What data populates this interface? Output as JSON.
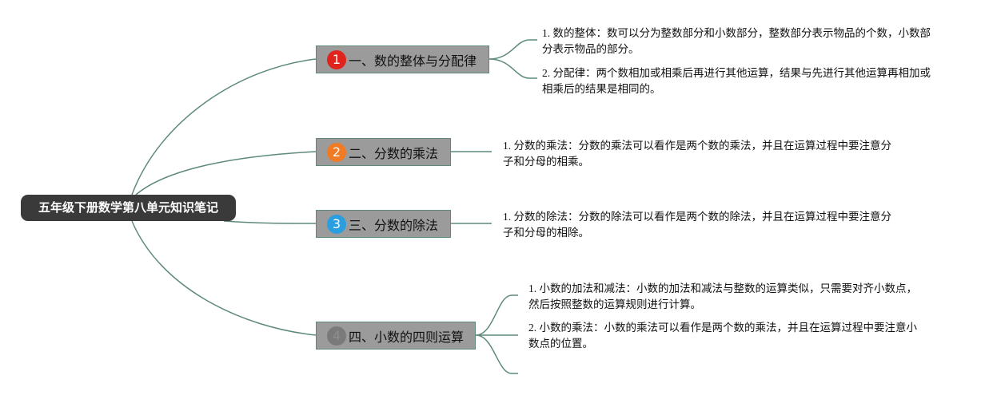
{
  "root": {
    "title": "五年级下册数学第八单元知识笔记"
  },
  "colors": {
    "link": "#5e8a7c",
    "root_bg": "#3a3a3a",
    "branch_bg": "#9b9b9b"
  },
  "branches": [
    {
      "badge": "1",
      "badge_color": "#e0231c",
      "label": "一、数的整体与分配律",
      "notes": [
        "1. 数的整体：数可以分为整数部分和小数部分，整数部分表示物品的个数，小数部分表示物品的部分。",
        "2. 分配律：两个数相加或相乘后再进行其他运算，结果与先进行其他运算再相加或相乘后的结果是相同的。"
      ]
    },
    {
      "badge": "2",
      "badge_color": "#f07b24",
      "label": "二、分数的乘法",
      "notes": [
        "1. 分数的乘法：分数的乘法可以看作是两个数的乘法，并且在运算过程中要注意分子和分母的相乘。"
      ]
    },
    {
      "badge": "3",
      "badge_color": "#2b9ee0",
      "label": "三、分数的除法",
      "notes": [
        "1. 分数的除法：分数的除法可以看作是两个数的除法，并且在运算过程中要注意分子和分母的相除。"
      ]
    },
    {
      "badge": "4",
      "badge_color": "#7a7a7a",
      "label": "四、小数的四则运算",
      "notes": [
        "1. 小数的加法和减法：小数的加法和减法与整数的运算类似，只需要对齐小数点，然后按照整数的运算规则进行计算。",
        "2. 小数的乘法：小数的乘法可以看作是两个数的乘法，并且在运算过程中要注意小数点的位置。"
      ]
    }
  ]
}
